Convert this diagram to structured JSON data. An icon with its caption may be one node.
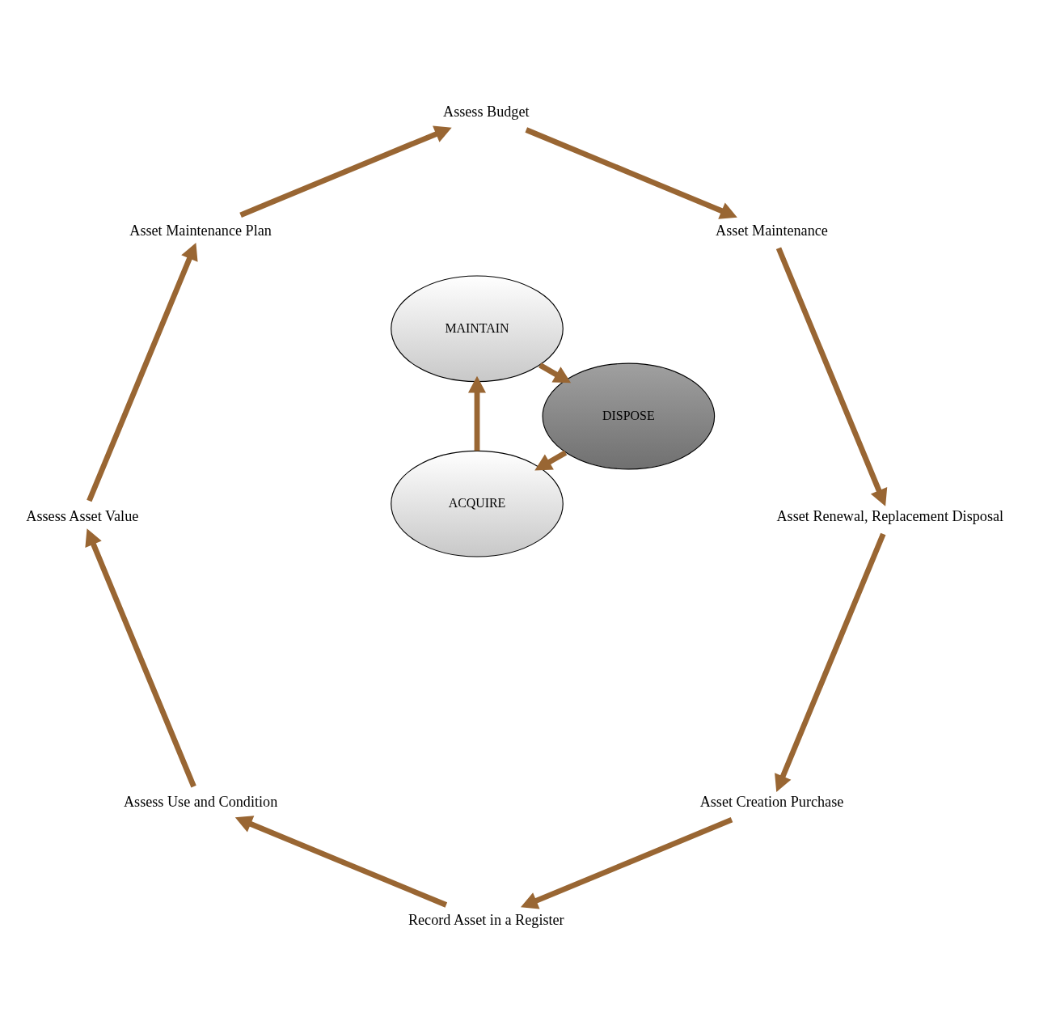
{
  "diagram": {
    "nodes": [
      {
        "text": [
          "ACQUIRE"
        ]
      },
      {
        "text": [
          "MAINTAIN"
        ]
      },
      {
        "text": [
          "DISPOSE"
        ]
      },
      {
        "text": [
          "Asset Creation Purchase"
        ]
      },
      {
        "text": [
          "Record Asset in a Register"
        ]
      },
      {
        "text": [
          "Assess Use and Condition"
        ]
      },
      {
        "text": [
          "Assess Asset Value"
        ]
      },
      {
        "text": [
          "Asset Maintenance Plan"
        ]
      },
      {
        "text": [
          "Assess Budget"
        ]
      },
      {
        "text": [
          "Asset Maintenance"
        ]
      },
      {
        "text": [
          "Asset Renewal, Replacement Disposal"
        ]
      }
    ],
    "edges": [
      {
        "from": 0,
        "to": 1,
        "arrow": "to"
      },
      {
        "from": 1,
        "to": 2,
        "arrow": "to"
      },
      {
        "from": 2,
        "to": 0,
        "arrow": "to"
      },
      {
        "from": 3,
        "to": 4,
        "arrow": "to"
      },
      {
        "from": 4,
        "to": 5,
        "arrow": "to"
      },
      {
        "from": 5,
        "to": 6,
        "arrow": "to"
      },
      {
        "from": 6,
        "to": 7,
        "arrow": "to"
      },
      {
        "from": 7,
        "to": 8,
        "arrow": "to"
      },
      {
        "from": 8,
        "to": 9,
        "arrow": "to"
      },
      {
        "from": 9,
        "to": 10,
        "arrow": "to"
      },
      {
        "from": 10,
        "to": 3,
        "arrow": "to"
      }
    ]
  }
}
